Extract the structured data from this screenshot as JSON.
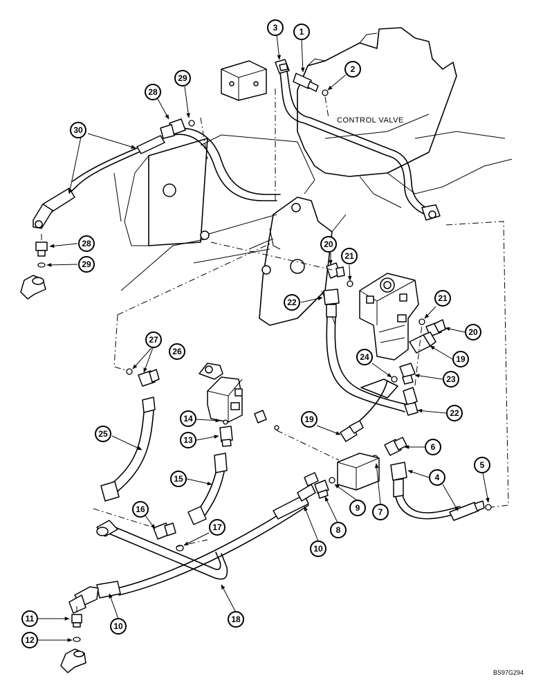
{
  "figure": {
    "title": "",
    "control_valve_label": "CONTROL VALVE",
    "reference_code": "BS97G294"
  },
  "callouts": [
    "1",
    "2",
    "3",
    "4",
    "5",
    "6",
    "7",
    "8",
    "9",
    "10",
    "10",
    "11",
    "12",
    "13",
    "14",
    "15",
    "16",
    "17",
    "18",
    "19",
    "19",
    "20",
    "20",
    "21",
    "21",
    "22",
    "22",
    "23",
    "24",
    "25",
    "26",
    "27",
    "28",
    "28",
    "29",
    "29",
    "30"
  ]
}
